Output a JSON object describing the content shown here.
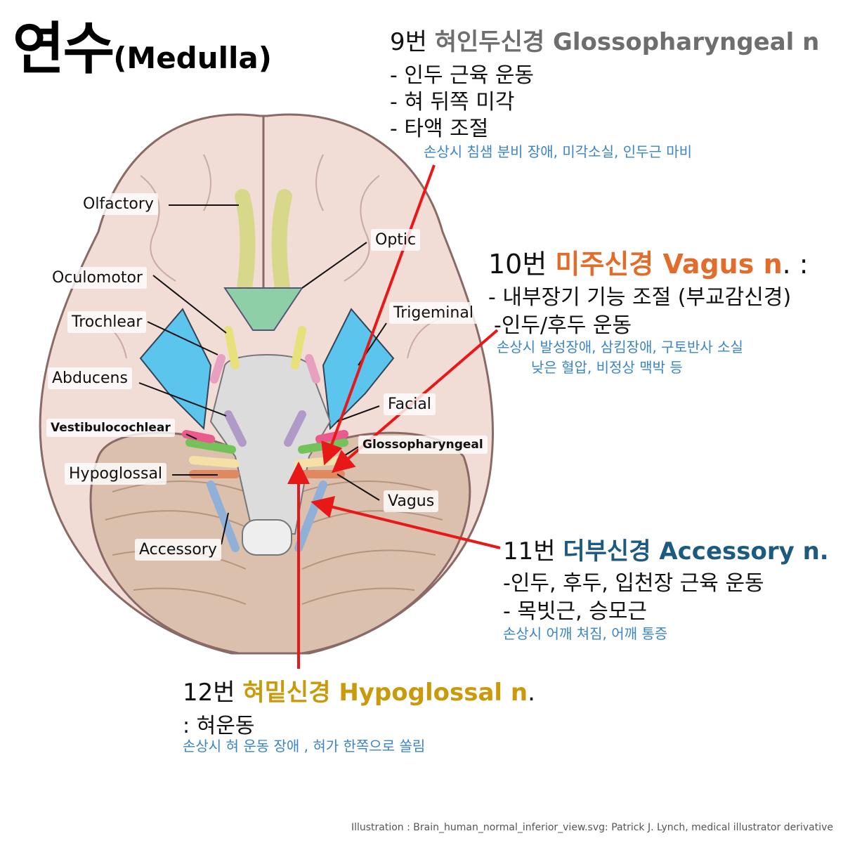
{
  "title": {
    "main": "연수",
    "sub": "(Medulla)"
  },
  "colors": {
    "glosso": "#6e6e6e",
    "vagus": "#e26d2b",
    "accessory": "#1d5a80",
    "hypoglossal": "#c99a0b",
    "note": "#3a84c8",
    "arrow": "#e81818"
  },
  "cn9": {
    "number": "9번",
    "name": "혀인두신경 Glossopharyngeal n",
    "lines": [
      "- 인두 근육 운동",
      " - 혀 뒤쪽 미각",
      "-   타액 조절"
    ],
    "note": "손상시 침샘 분비 장애,  미각소실, 인두근 마비"
  },
  "cn10": {
    "number": "10번",
    "name": "미주신경 Vagus n",
    "suffix": ".   :",
    "lines": [
      "- 내부장기 기능 조절 (부교감신경)",
      "-인두/후두 운동"
    ],
    "notes": [
      "손상시 발성장애, 삼킴장애,  구토반사 소실",
      "낮은 혈압, 비정상 맥박 등"
    ]
  },
  "cn11": {
    "number": "11번",
    "name": "더부신경 Accessory n.",
    "lines": [
      "-인두, 후두, 입천장 근육 운동",
      "- 목빗근, 승모근"
    ],
    "note": "손상시 어깨 쳐짐, 어깨 통증"
  },
  "cn12": {
    "number": "12번",
    "name": "혀밑신경 Hypoglossal n",
    "suffix": ".",
    "lines": [
      ": 혀운동"
    ],
    "note": "손상시 혀 운동 장애 , 혀가 한쪽으로 쏠림"
  },
  "labels": {
    "olfactory": "Olfactory",
    "optic": "Optic",
    "oculomotor": "Oculomotor",
    "trochlear": "Trochlear",
    "trigeminal": "Trigeminal",
    "abducens": "Abducens",
    "facial": "Facial",
    "vestibulocochlear": "Vestibulocochlear",
    "glossopharyngeal": "Glossopharyngeal",
    "hypoglossal": "Hypoglossal",
    "vagus": "Vagus",
    "accessory": "Accessory"
  },
  "credit": "Illustration : Brain_human_normal_inferior_view.svg: Patrick J. Lynch, medical illustrator derivative"
}
